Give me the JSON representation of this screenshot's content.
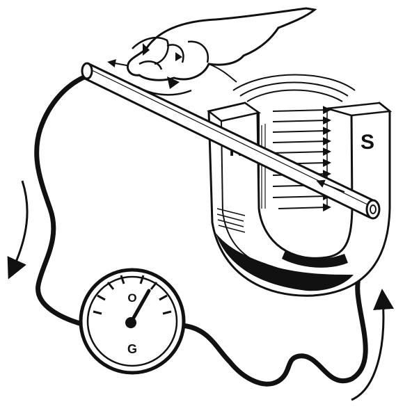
{
  "magnet": {
    "north_label": "N",
    "south_label": "S"
  },
  "galvanometer": {
    "zero_label": "O",
    "name_label": "G"
  },
  "colors": {
    "ink": "#111111",
    "paper": "#ffffff"
  }
}
